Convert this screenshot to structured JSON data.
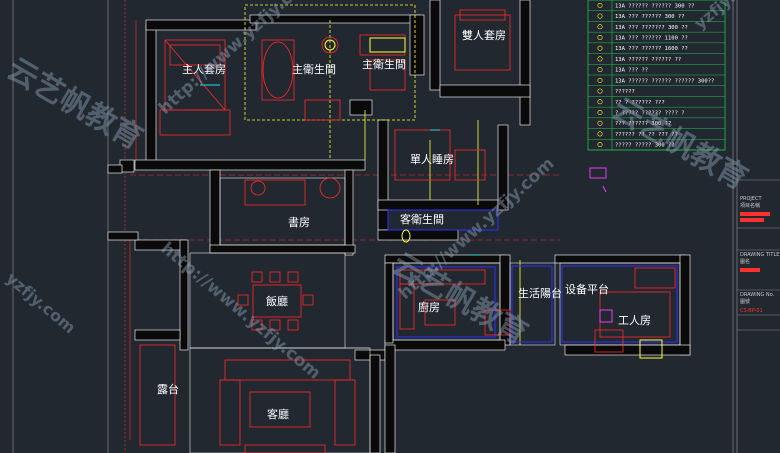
{
  "rooms": {
    "master_suite": "主人套房",
    "master_bath": "主衛生間",
    "master_bath_2": "主衛生間",
    "double_suite": "雙人套房",
    "single_bedroom": "單人睡房",
    "study": "書房",
    "guest_bath": "客衛生間",
    "dining": "飯廳",
    "kitchen": "廚房",
    "service_balcony": "生活陽台",
    "equipment_platform": "设备平台",
    "worker_room": "工人房",
    "terrace": "露台",
    "living": "客廳"
  },
  "legend": [
    {
      "code": "13A",
      "text": "?????? ?????? 300 ??"
    },
    {
      "code": "13A",
      "text": "??? ?????? 300 ??"
    },
    {
      "code": "13A",
      "text": "??? ??????? 300 ??"
    },
    {
      "code": "13A",
      "text": "??? ?????? 1100 ??"
    },
    {
      "code": "13A",
      "text": "??? ?????? 1600 ??"
    },
    {
      "code": "13A",
      "text": "?????? ?????? ??"
    },
    {
      "code": "13A",
      "text": "??? ??"
    },
    {
      "code": "13A",
      "text": "?????? ?????? ?????? 300??"
    },
    {
      "code": "",
      "text": "??????"
    },
    {
      "code": "",
      "text": "?? ? ?????? ???"
    },
    {
      "code": "",
      "text": "? ????? ?????? ???? ?"
    },
    {
      "code": "",
      "text": "??? ?????? 300 ??"
    },
    {
      "code": "",
      "text": "?????? ?? ?? ??? ??"
    },
    {
      "code": "",
      "text": "????? ????? 300 ??"
    }
  ],
  "title_block": {
    "project_label": "PROJECT",
    "project_cn": "項目名稱",
    "drawing_title_label": "DRAWING TITLE",
    "drawing_title_cn": "圖名",
    "drawing_no_label": "DRAWING No.",
    "drawing_no_cn": "圖號",
    "drawing_no": "CS-BP-01"
  },
  "watermarks": {
    "main_cn": "云艺帆教育",
    "url": "http://www.yzfjy.com",
    "short": "yzfjy.com"
  },
  "colors": {
    "background": "#212830",
    "wall": "#0a0a0a",
    "wall_outline": "#e6e6e6",
    "furniture": "#ff2a2a",
    "accent": "#ffff33",
    "legend": "#22c24a"
  }
}
